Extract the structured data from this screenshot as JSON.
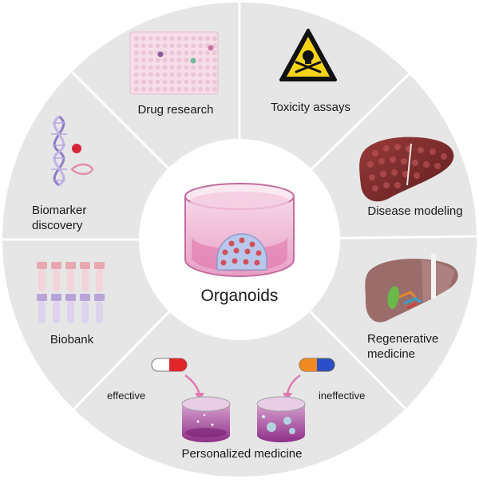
{
  "center": {
    "label": "Organoids"
  },
  "segments": {
    "drug_research": "Drug research",
    "toxicity_assays": "Toxicity assays",
    "disease_modeling": "Disease modeling",
    "regenerative_line1": "Regenerative",
    "regenerative_line2": "medicine",
    "personalized_medicine": "Personalized medicine",
    "biobank": "Biobank",
    "biomarker_line1": "Biomarker",
    "biomarker_line2": "discovery"
  },
  "personalized": {
    "effective": "effective",
    "ineffective": "ineffective"
  },
  "colors": {
    "ring": "#e6e6e6",
    "divider": "#ffffff",
    "center_fill": "#ffffff",
    "dish_pink": "#e7a3c7",
    "organoid": "#b9c7ea",
    "organoid_dots": "#d0505a",
    "warning_yellow": "#f5d417",
    "liver": "#7b2f2f",
    "regen_liver": "#9b6d6a",
    "cup_purple": "#b04aa4"
  },
  "icons": [
    "well-plate-icon",
    "toxic-warning-icon",
    "diseased-liver-icon",
    "regenerating-liver-icon",
    "pill-capsule-icon",
    "culture-cup-icon",
    "sample-tubes-icon",
    "dna-helix-icon",
    "petri-dish-icon"
  ]
}
